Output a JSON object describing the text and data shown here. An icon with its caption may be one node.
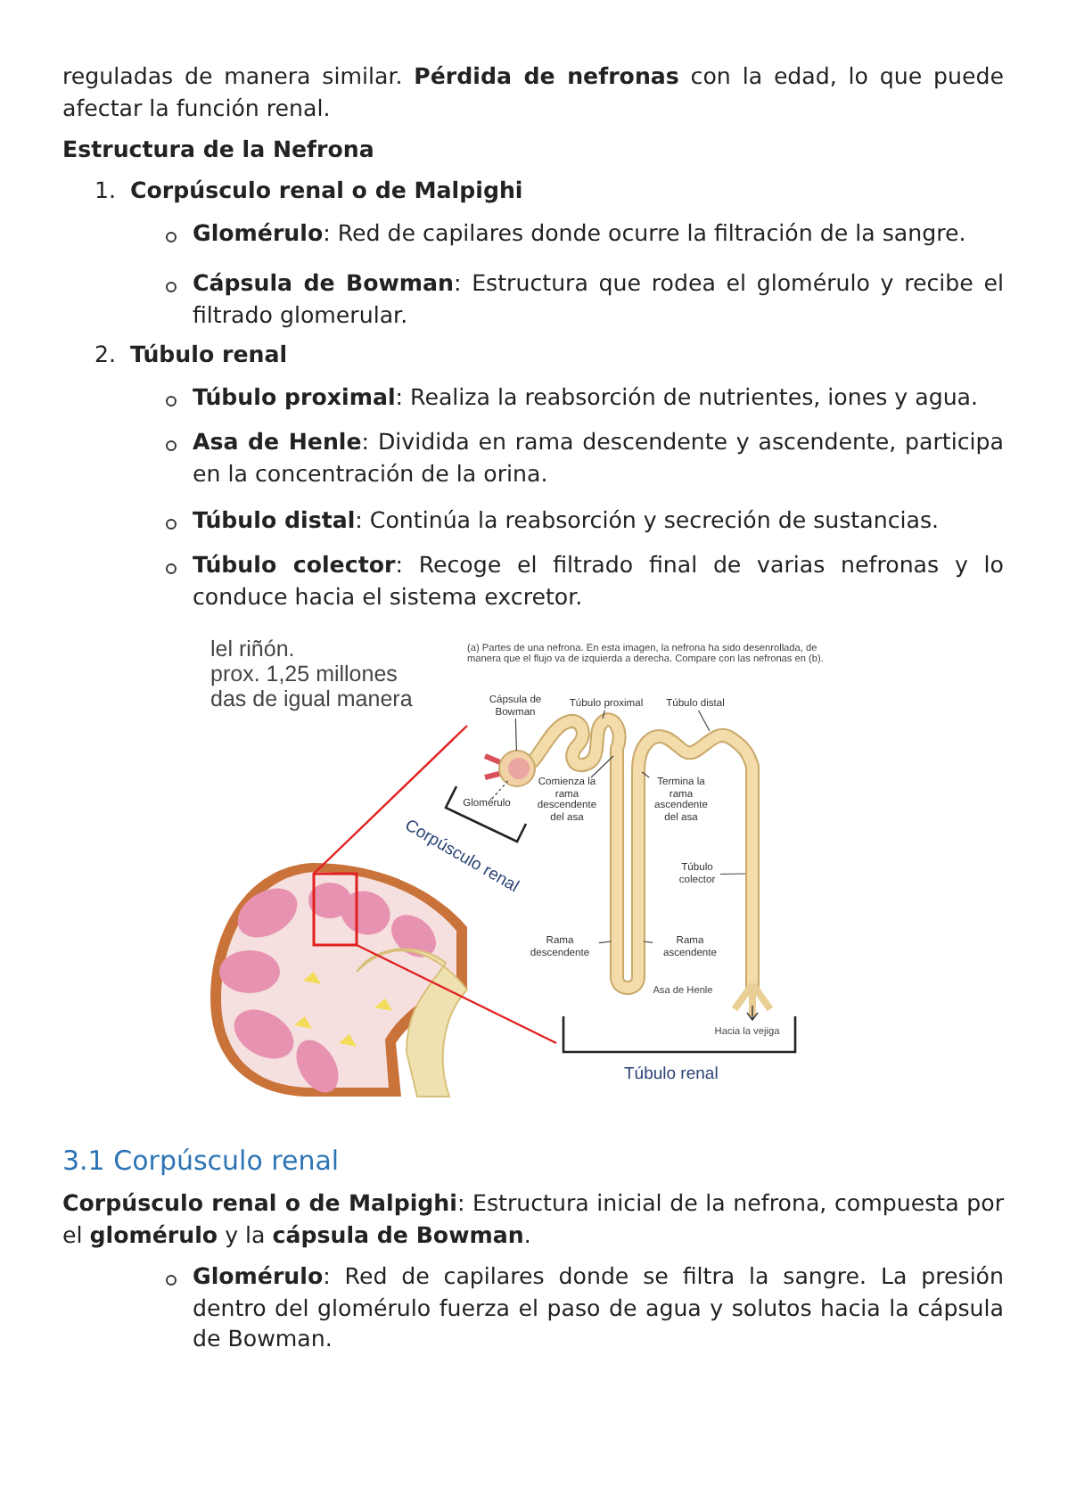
{
  "diagram": {
    "nodes": [
      {
        "text": [
          "Cápsula de Bowman"
        ]
      },
      {
        "text": [
          "Túbulo proximal"
        ]
      },
      {
        "text": [
          "Túbulo distal"
        ]
      },
      {
        "text": [
          "Glomérulo"
        ]
      },
      {
        "text": [
          "Comienza la rama descendente del asa"
        ]
      },
      {
        "text": [
          "Termina la rama ascendente del asa"
        ]
      },
      {
        "text": [
          "Túbulo colector"
        ]
      },
      {
        "text": [
          "Rama descendente"
        ]
      },
      {
        "text": [
          "Rama ascendente"
        ]
      },
      {
        "text": [],
        "shape": "circle"
      },
      {
        "text": [],
        "shape": "circle",
        "in": 9
      }
    ],
    "edges": [
      {
        "from": 0,
        "to": 9,
        "arrow": "none"
      },
      {
        "from": 1,
        "to": null,
        "arrow": "none"
      },
      {
        "from": 2,
        "to": null,
        "arrow": "none"
      },
      {
        "from": 3,
        "to": 10,
        "arrow": "none",
        "style": "dashed"
      },
      {
        "from": 4,
        "to": null,
        "arrow": "none"
      },
      {
        "from": 5,
        "to": null,
        "arrow": "none"
      },
      {
        "from": 6,
        "to": null,
        "arrow": "none"
      },
      {
        "from": 7,
        "to": null,
        "arrow": "none"
      },
      {
        "from": 8,
        "to": null,
        "arrow": "none"
      }
    ],
    "labels": [
      "reguladas de manera similar. **Pérdida de nefronas** con la edad, lo que puede afectar la función renal.",
      "Estructura de la Nefrona",
      "1.",
      "Corpúsculo renal o de Malpighi",
      "**Glomérulo**: Red de capilares donde ocurre la filtración de la sangre.",
      "**Cápsula de Bowman**: Estructura que rodea el glomérulo y recibe el filtrado glomerular.",
      "2.",
      "Túbulo renal",
      "**Túbulo proximal**: Realiza la reabsorción de nutrientes, iones y agua.",
      "**Asa de Henle**: Dividida en rama descendente y ascendente, participa en la concentración de la orina.",
      "**Túbulo distal**: Continúa la reabsorción y secreción de sustancias.",
      "**Túbulo colector**: Recoge el filtrado final de varias nefronas y lo conduce hacia el sistema excretor.",
      "lel riñón.",
      "prox. 1,25 millones",
      "das de igual manera",
      "(a) Partes de una nefrona. En esta imagen, la nefrona ha sido desenrollada, de manera que el flujo va de izquierda a derecha. Compare con las nefronas en (b).",
      "Corpúsculo renal",
      "Asa de Henle",
      "Hacia la vejiga",
      "Túbulo renal",
      "3.1 Corpúsculo renal",
      "**Corpúsculo renal o de Malpighi**: Estructura inicial de la nefrona, compuesta por el **glomérulo** y la **cápsula de Bowman**.",
      "**Glomérulo**: Red de capilares donde se filtra la sangre. La presión dentro del glomérulo fuerza el paso de agua y solutos hacia la cápsula de Bowman."
    ]
  }
}
